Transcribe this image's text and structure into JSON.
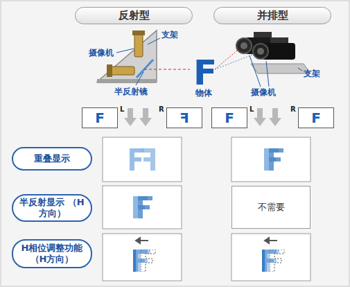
{
  "diagram": {
    "nodes": [
      {
        "text": [
          "反射型"
        ]
      },
      {
        "text": [
          "并排型"
        ]
      },
      {
        "text": [
          "F"
        ]
      },
      {
        "text": [
          "F"
        ]
      },
      {
        "text": [
          "F"
        ]
      },
      {
        "text": [
          "F"
        ]
      },
      {
        "text": [
          "重叠显示"
        ]
      },
      {
        "text": [
          "半反射显示 （H方向）"
        ]
      },
      {
        "text": [
          "不需要"
        ]
      },
      {
        "text": [
          "H相位调整功能 （H方向）"
        ]
      }
    ],
    "labels": [
      "支架",
      "摄像机",
      "半反射镜",
      "F",
      "物体",
      "摄像机",
      "支架",
      "L",
      "R",
      "L",
      "R"
    ]
  }
}
